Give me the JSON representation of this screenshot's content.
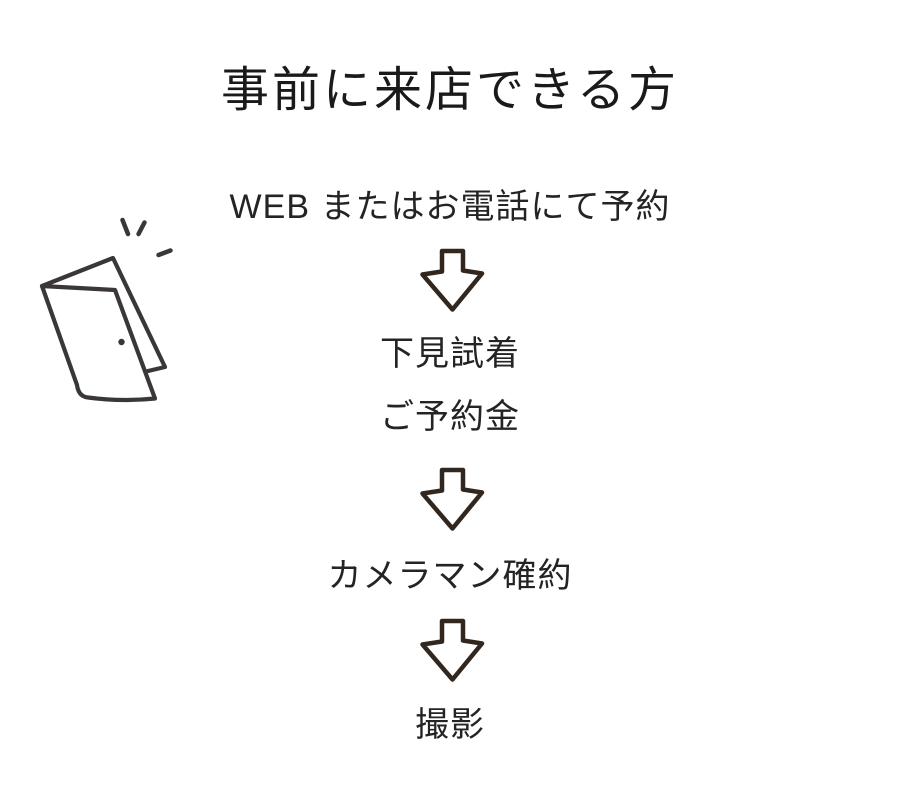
{
  "page": {
    "title": "事前に来店できる方"
  },
  "flow": {
    "connector_icon": "down-arrow-icon",
    "steps": [
      {
        "id": "reserve",
        "lines": [
          "WEB またはお電話にて予約"
        ]
      },
      {
        "id": "fitting",
        "lines": [
          "下見試着",
          "ご予約金"
        ]
      },
      {
        "id": "photographer",
        "lines": [
          "カメラマン確約"
        ]
      },
      {
        "id": "shoot",
        "lines": [
          "撮影"
        ]
      }
    ]
  },
  "illustration": {
    "name": "open-door-icon",
    "description": "hand-drawn open door with doorknob and three sparkle motion lines"
  },
  "colors": {
    "text": "#1f1f1f",
    "arrow_stroke": "#32271f",
    "door_stroke": "#3b3738",
    "background": "#ffffff"
  }
}
